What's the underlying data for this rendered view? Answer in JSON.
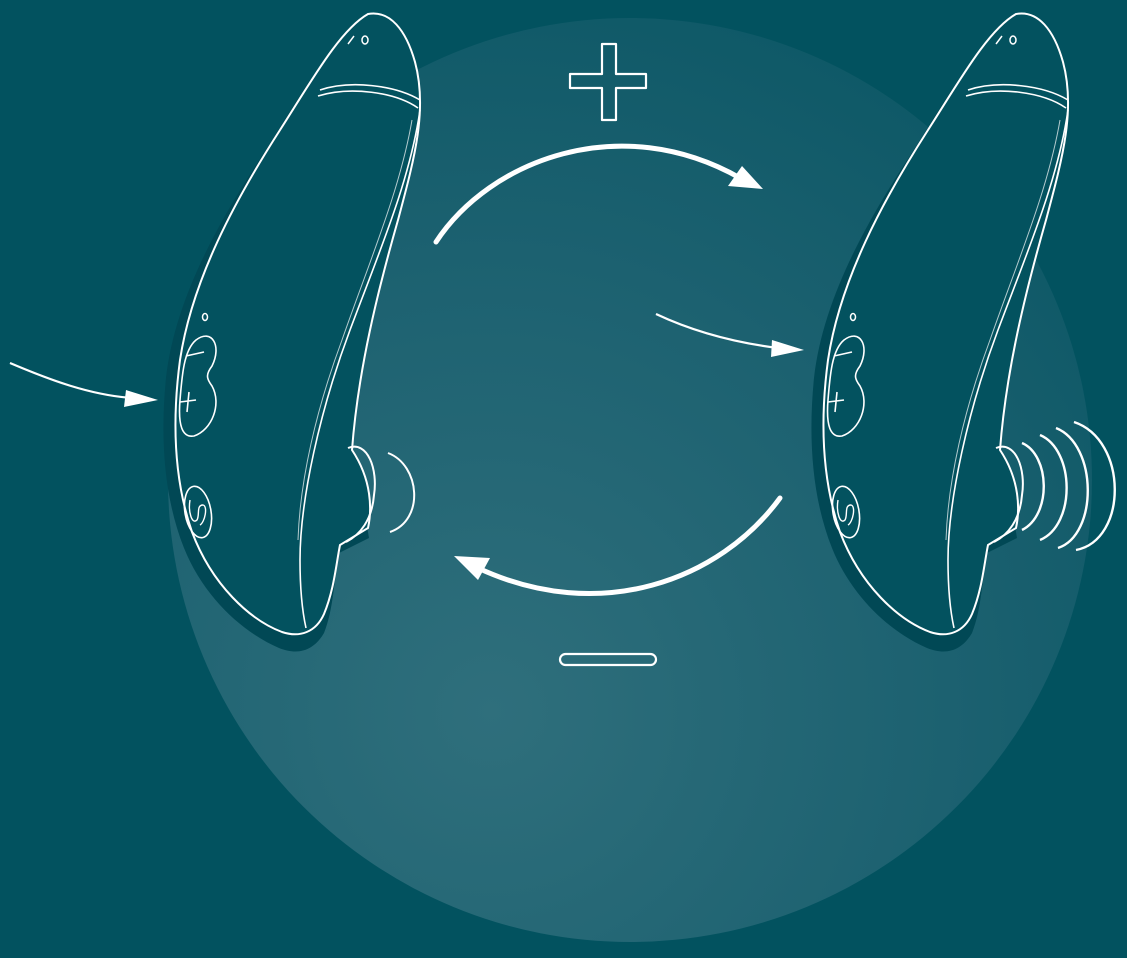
{
  "diagram": {
    "colors": {
      "background": "#02525f",
      "device_fill": "#03525f",
      "device_shadow": "#014a56",
      "line": "#ffffff",
      "glow_center": "#2a6b78"
    },
    "symbols": {
      "increase": "+",
      "decrease": "−"
    },
    "left_device": {
      "state": "low intensity",
      "pressure_waves": 1
    },
    "right_device": {
      "state": "high intensity",
      "pressure_waves": 4
    },
    "icons": [
      "plus-icon",
      "minus-icon",
      "circular-arrow-icon",
      "pointer-arrow-icon",
      "logo-button-icon"
    ]
  }
}
